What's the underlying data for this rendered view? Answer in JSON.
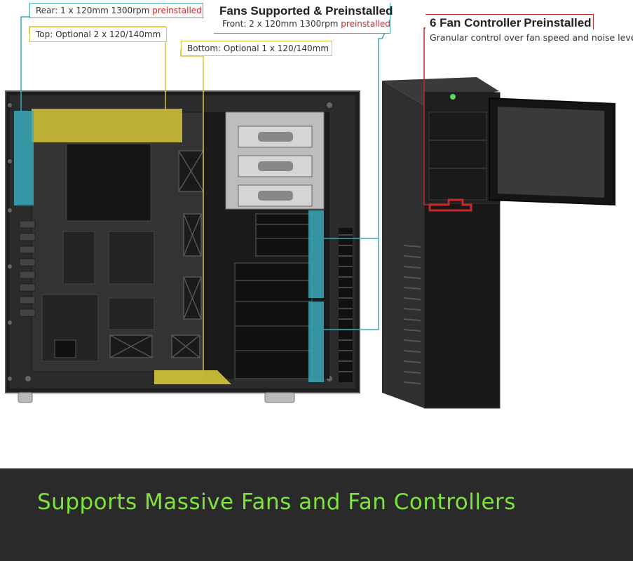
{
  "callouts": {
    "rear": {
      "text": "Rear: 1 x 120mm 1300rpm",
      "highlight": "preinstalled"
    },
    "top": {
      "text": "Top: Optional 2 x 120/140mm"
    },
    "bottom": {
      "text": "Bottom: Optional 1 x 120/140mm"
    },
    "fans_supported": {
      "title": "Fans Supported & Preinstalled",
      "text": "Front: 2 x 120mm 1300rpm",
      "highlight": "preinstalled"
    },
    "controller": {
      "title": "6 Fan Controller",
      "highlight": "Preinstalled",
      "text": "Granular control over fan speed and noise level"
    }
  },
  "banner": {
    "text": "Supports Massive Fans and Fan Controllers"
  },
  "colors": {
    "cyan": "#3aa9b8",
    "yellow": "#d4c63a",
    "red": "#c8282a",
    "banner_bg": "#2a2a2a",
    "banner_text": "#7ee33a"
  }
}
